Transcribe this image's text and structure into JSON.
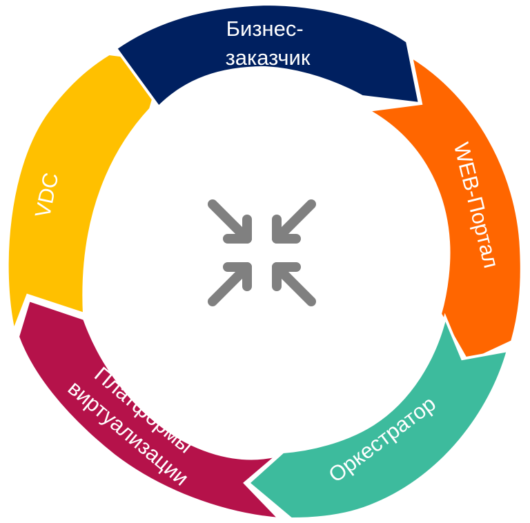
{
  "diagram": {
    "segments": [
      {
        "id": "business",
        "lines": [
          "Бизнес-",
          "заказчик"
        ],
        "color": "#002060"
      },
      {
        "id": "web",
        "lines": [
          "WEB-Портал"
        ],
        "color": "#FF6600"
      },
      {
        "id": "orch",
        "lines": [
          "Оркестратор"
        ],
        "color": "#3DBB9D"
      },
      {
        "id": "platforms",
        "lines": [
          "Платформы",
          "виртуализации"
        ],
        "color": "#B5124A"
      },
      {
        "id": "vdc",
        "lines": [
          "VDC"
        ],
        "color": "#FFC000"
      }
    ],
    "center_icon": "compress-arrows-icon",
    "center_icon_color": "#808080"
  }
}
